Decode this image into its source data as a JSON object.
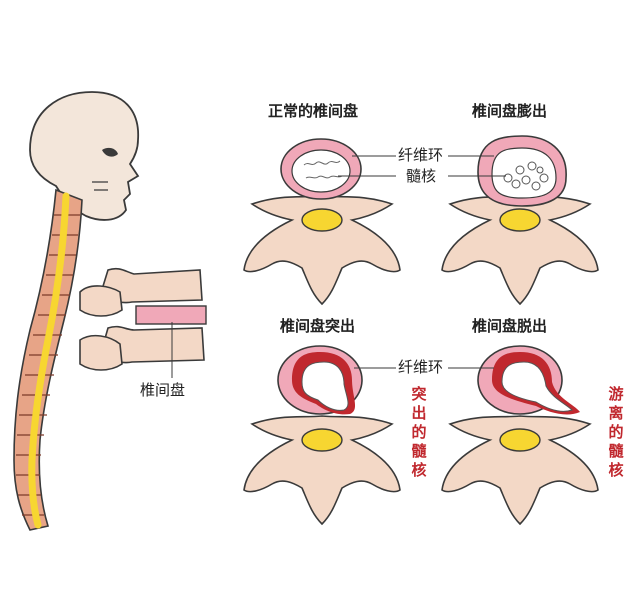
{
  "titles": {
    "normal": "正常的椎间盘",
    "bulge": "椎间盘膨出",
    "protrusion": "椎间盘突出",
    "extrusion": "椎间盘脱出"
  },
  "labels": {
    "annulus_top": "纤维环",
    "nucleus_top": "髓核",
    "annulus_bottom": "纤维环",
    "disc": "椎间盘",
    "protruded_nucleus": "突出的髓核",
    "free_nucleus": "游离的髓核"
  },
  "colors": {
    "bone": "#f3d8c6",
    "outline": "#3a3a3a",
    "annulus": "#f0a8b8",
    "nucleus_bg": "#ffffff",
    "spinal_cord": "#f7d631",
    "blood_red": "#c0282e",
    "label_red": "#c0282e"
  }
}
